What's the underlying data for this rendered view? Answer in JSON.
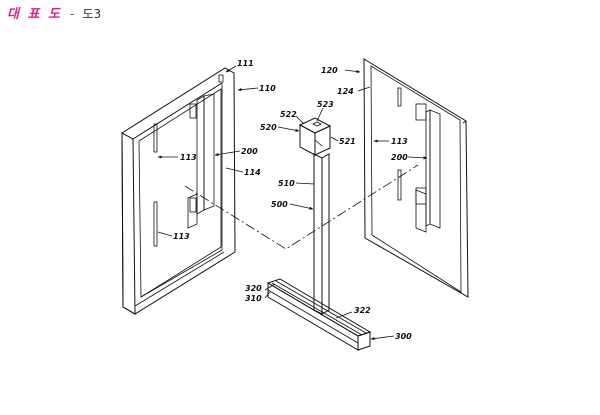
{
  "header": {
    "title": "대 표 도",
    "separator": "-",
    "figure": "도3"
  },
  "labels": {
    "l111": "111",
    "l110": "110",
    "l113a": "113",
    "l113b": "113",
    "l113c": "113",
    "l200a": "200",
    "l200b": "200",
    "l114": "114",
    "l120": "120",
    "l124": "124",
    "l522": "522",
    "l523": "523",
    "l520": "520",
    "l521": "521",
    "l510": "510",
    "l500": "500",
    "l320": "320",
    "l310": "310",
    "l322": "322",
    "l300": "300"
  }
}
